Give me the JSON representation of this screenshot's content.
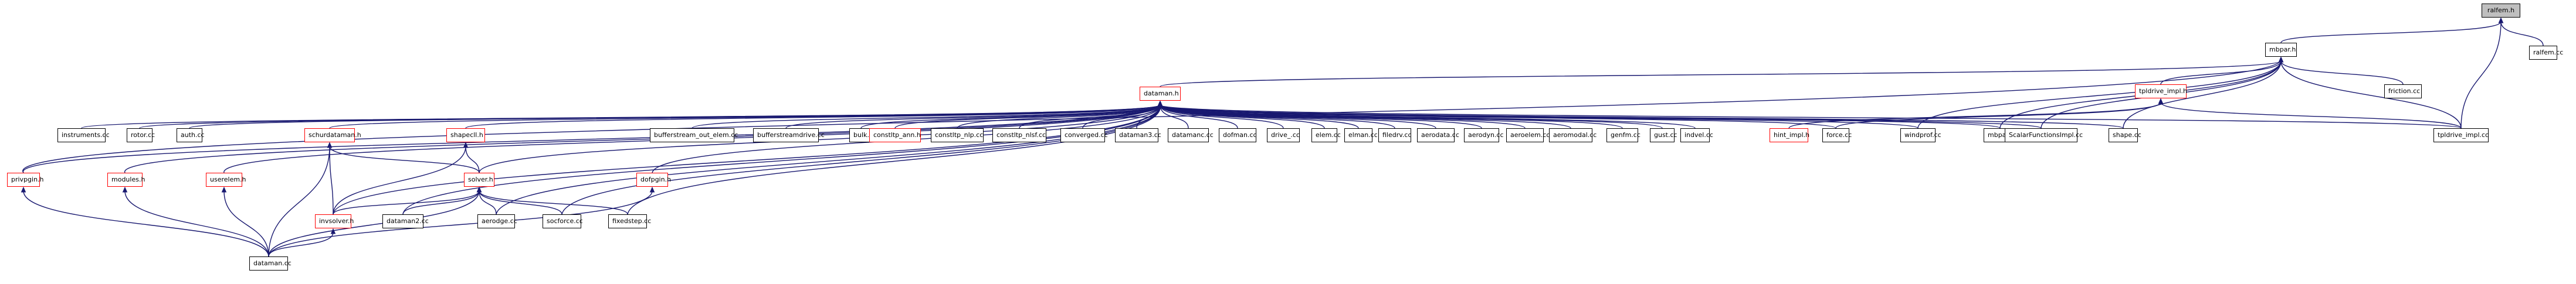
{
  "colors": {
    "edge": "#191970",
    "border_default": "#000000",
    "border_red": "#ff0000",
    "root_fill": "#bfbfbf"
  },
  "nodes": {
    "n_ralfem_h": {
      "label": "ralfem.h"
    },
    "n_ralfem_cc": {
      "label": "ralfem.cc"
    },
    "n_mbpar_h": {
      "label": "mbpar.h"
    },
    "n_friction_cc": {
      "label": "friction.cc"
    },
    "n_tpldrive_impl_h": {
      "label": "tpldrive_impl.h"
    },
    "n_dataman_h": {
      "label": "dataman.h"
    },
    "n_instruments_cc": {
      "label": "instruments.cc"
    },
    "n_rotor_cc": {
      "label": "rotor.cc"
    },
    "n_auth_cc": {
      "label": "auth.cc"
    },
    "n_schurdataman_h": {
      "label": "schurdataman.h"
    },
    "n_shapecll_h": {
      "label": "shapecll.h"
    },
    "n_userelem_h": {
      "label": "userelem.h"
    },
    "n_modules_h": {
      "label": "modules.h"
    },
    "n_privpgin_h": {
      "label": "privpgin.h"
    },
    "n_solver_h": {
      "label": "solver.h"
    },
    "n_invsolver_h": {
      "label": "invsolver.h"
    },
    "n_dataman2_cc": {
      "label": "dataman2.cc"
    },
    "n_aerodge_cc": {
      "label": "aerodge.cc"
    },
    "n_socforce_cc": {
      "label": "socforce.cc"
    },
    "n_fixedstep_cc": {
      "label": "fixedstep.cc"
    },
    "n_dofpgin_h": {
      "label": "dofpgin.h"
    },
    "n_dataman_cc": {
      "label": "dataman.cc"
    },
    "n_bufferstream_out_elem_cc": {
      "label": "bufferstream_out_elem.cc"
    },
    "n_bufferstreamdrive_cc": {
      "label": "bufferstreamdrive.cc"
    },
    "n_bulk_cc": {
      "label": "bulk.cc"
    },
    "n_constltp_ann_h": {
      "label": "constltp_ann.h"
    },
    "n_constltp_nlp_cc": {
      "label": "constltp_nlp.cc"
    },
    "n_constltp_nlsf_cc": {
      "label": "constltp_nlsf.cc"
    },
    "n_converged_cc": {
      "label": "converged.cc"
    },
    "n_dataman3_cc": {
      "label": "dataman3.cc"
    },
    "n_datamanc_cc": {
      "label": "datamanc.cc"
    },
    "n_dofman_cc": {
      "label": "dofman.cc"
    },
    "n_drive_cc": {
      "label": "drive_.cc"
    },
    "n_elem_cc": {
      "label": "elem.cc"
    },
    "n_elman_cc": {
      "label": "elman.cc"
    },
    "n_filedrv_cc": {
      "label": "filedrv.cc"
    },
    "n_aerodata_cc": {
      "label": "aerodata.cc"
    },
    "n_aerodyn_cc": {
      "label": "aerodyn.cc"
    },
    "n_aeroelem_cc": {
      "label": "aeroelem.cc"
    },
    "n_aeromodal_cc": {
      "label": "aeromodal.cc"
    },
    "n_genfm_cc": {
      "label": "genfm.cc"
    },
    "n_gust_cc": {
      "label": "gust.cc"
    },
    "n_indvel_cc": {
      "label": "indvel.cc"
    },
    "n_hint_impl_h": {
      "label": "hint_impl.h"
    },
    "n_force_cc": {
      "label": "force.cc"
    },
    "n_windprof_cc": {
      "label": "windprof.cc"
    },
    "n_mbpar_cc": {
      "label": "mbpar.cc"
    },
    "n_scalarfunctionsimpl_cc": {
      "label": "ScalarFunctionsImpl.cc"
    },
    "n_shape_cc": {
      "label": "shape.cc"
    },
    "n_tpldrive_impl_cc": {
      "label": "tpldrive_impl.cc"
    }
  }
}
